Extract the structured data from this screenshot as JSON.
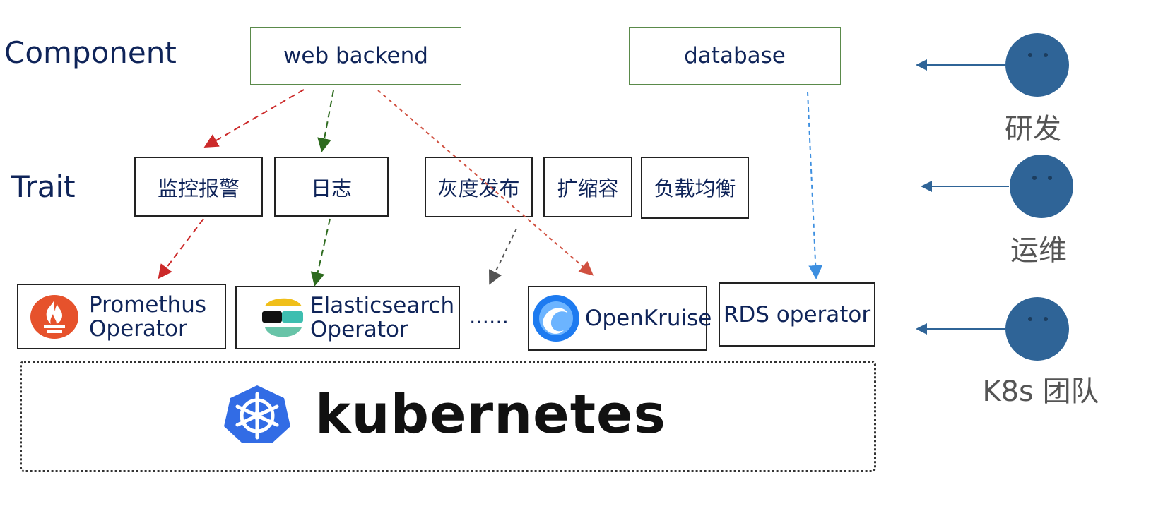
{
  "layers": {
    "component_label": "Component",
    "trait_label": "Trait"
  },
  "components": {
    "web_backend": "web backend",
    "database": "database"
  },
  "traits": {
    "monitoring": "监控报警",
    "logging": "日志",
    "canary": "灰度发布",
    "scaling": "扩缩容",
    "load_balancing": "负载均衡"
  },
  "operators": {
    "prometheus_line1": "Promethus",
    "prometheus_line2": "Operator",
    "elastic_line1": "Elasticsearch",
    "elastic_line2": "Operator",
    "ellipsis": "……",
    "openkruise": "OpenKruise",
    "rds": "RDS operator"
  },
  "platform": {
    "name": "kubernetes"
  },
  "roles": {
    "dev": "研发",
    "ops": "运维",
    "k8s_team": "K8s 团队"
  },
  "colors": {
    "label_navy": "#0f2459",
    "component_border": "#5a8a4a",
    "arrow_red": "#cc2a2a",
    "arrow_green": "#2e6b1f",
    "arrow_gray": "#555555",
    "arrow_blue": "#3d8fe0",
    "person_blue": "#2f6497",
    "k8s_blue": "#326ce5"
  },
  "icons": {
    "prometheus": "prometheus-flame-icon",
    "elasticsearch": "elasticsearch-logo-icon",
    "openkruise": "openkruise-logo-icon",
    "kubernetes": "kubernetes-helm-icon",
    "person": "person-head-icon"
  }
}
